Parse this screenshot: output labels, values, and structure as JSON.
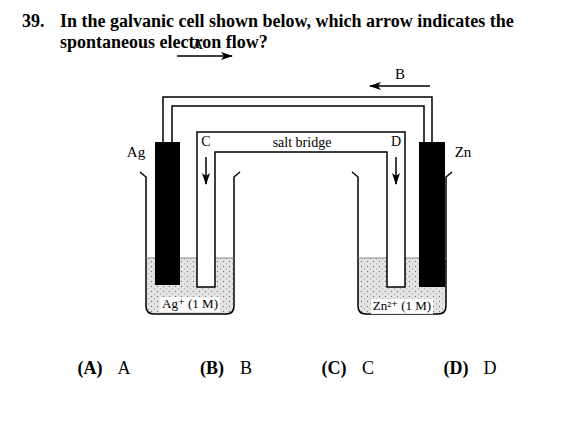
{
  "diagram": {
    "labels": [
      "39.",
      "In the galvanic cell shown below, which arrow indicates the spontaneous electron flow?",
      "A",
      "B",
      "Ag",
      "C",
      "salt bridge",
      "D",
      "Zn",
      "Ag⁺ (1 M)",
      "Zn²⁺ (1 M)",
      "(A)",
      "A",
      "(B)",
      "B",
      "(C)",
      "C",
      "(D)",
      "D"
    ]
  }
}
